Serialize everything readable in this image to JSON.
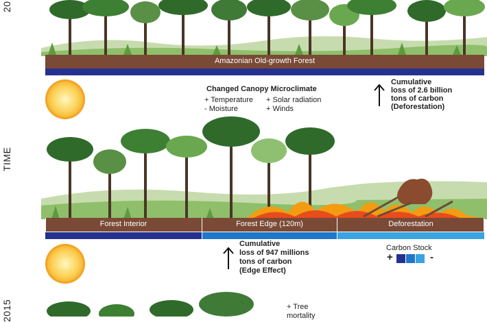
{
  "axis": {
    "time_label": "TIME",
    "year_top": "20",
    "year_bottom": "2015"
  },
  "panels": {
    "top": {
      "label": "Amazonian Old-growth Forest"
    },
    "middle": {
      "segments": [
        "Forest Interior",
        "Forest Edge (120m)",
        "Deforestation"
      ]
    }
  },
  "microclimate": {
    "title": "Changed Canopy Microclimate",
    "left": [
      "+ Temperature",
      "- Moisture"
    ],
    "right": [
      "+ Solar radiation",
      "+ Winds"
    ]
  },
  "deforestation_note": {
    "lines": [
      "Cumulative",
      "loss of 2.6 billion",
      "tons of carbon",
      "(Deforestation)"
    ]
  },
  "edge_note": {
    "lines": [
      "Cumulative",
      "loss of 947 millions",
      "tons of carbon",
      "(Edge Effect)"
    ]
  },
  "legend": {
    "title": "Carbon Stock",
    "plus": "+",
    "minus": "-",
    "colors": [
      "#25318f",
      "#1f77c8",
      "#3aa3e0"
    ]
  },
  "bottom_note": {
    "lines": [
      "+ Tree",
      "mortality"
    ]
  },
  "icons": {
    "sun": "sun-icon",
    "arrow": "arrow-up-icon",
    "fire": "fire-icon",
    "tree": "tree-icon"
  },
  "colors": {
    "soil": "#7a4a36",
    "band_dark": "#25318f",
    "band_mid": "#1f77c8",
    "band_light": "#3aa3e0",
    "tree_dark": "#2f6a2b",
    "tree_light": "#6aa84f",
    "fire": "#f39c12"
  }
}
